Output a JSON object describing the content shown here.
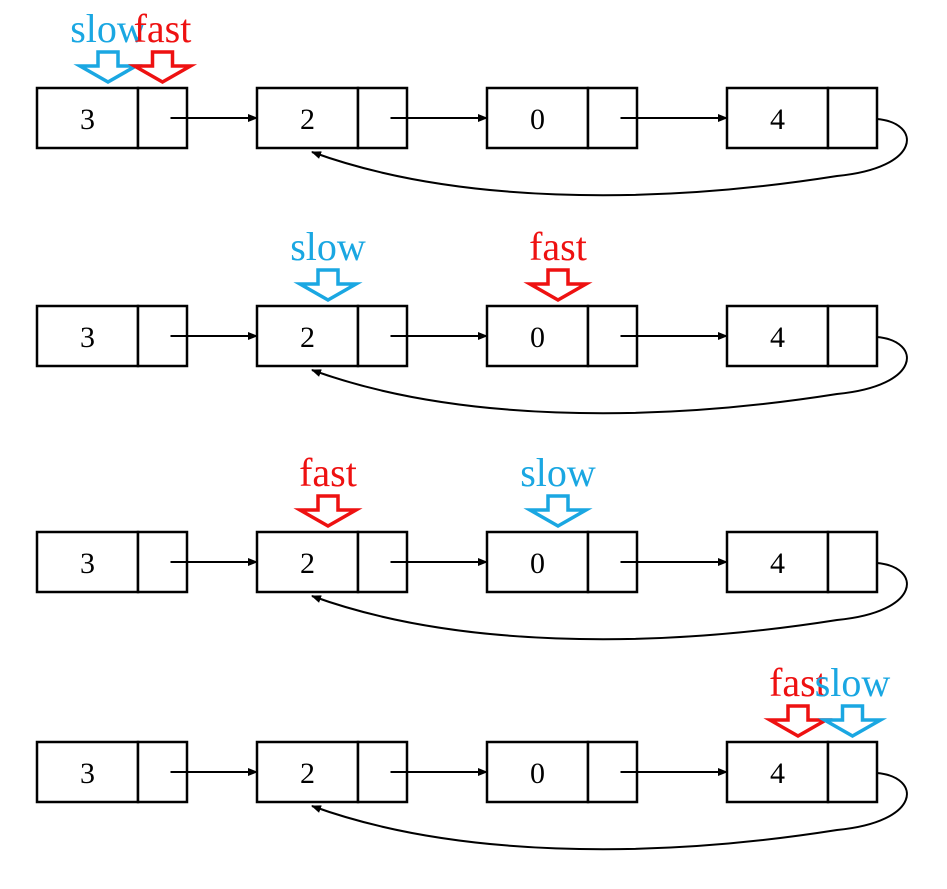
{
  "diagram": {
    "nodes": [
      "3",
      "2",
      "0",
      "4"
    ],
    "cycle_from": 3,
    "cycle_to": 1,
    "colors": {
      "slow": "#1aa7e2",
      "fast": "#ee1111",
      "line": "#000000"
    },
    "steps": [
      {
        "pointers": [
          {
            "label": "slow",
            "color": "slow",
            "node": 0,
            "field": "value"
          },
          {
            "label": "fast",
            "color": "fast",
            "node": 0,
            "field": "next"
          }
        ]
      },
      {
        "pointers": [
          {
            "label": "slow",
            "color": "slow",
            "node": 1,
            "field": "value"
          },
          {
            "label": "fast",
            "color": "fast",
            "node": 2,
            "field": "value"
          }
        ]
      },
      {
        "pointers": [
          {
            "label": "fast",
            "color": "fast",
            "node": 1,
            "field": "value"
          },
          {
            "label": "slow",
            "color": "slow",
            "node": 2,
            "field": "value"
          }
        ]
      },
      {
        "pointers": [
          {
            "label": "fast",
            "color": "fast",
            "node": 3,
            "field": "value"
          },
          {
            "label": "slow",
            "color": "slow",
            "node": 3,
            "field": "next"
          }
        ]
      }
    ]
  }
}
